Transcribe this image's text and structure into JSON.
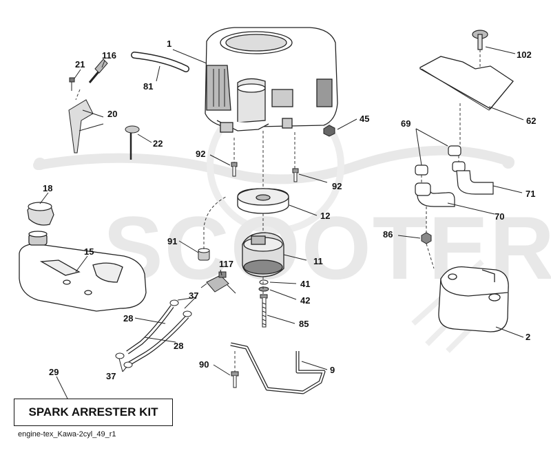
{
  "watermark": "SCOOTER",
  "kit_label": "SPARK ARRESTER KIT",
  "caption": "engine-tex_Kawa-2cyl_49_r1",
  "callouts": {
    "c1": "1",
    "c2": "2",
    "c9": "9",
    "c11": "11",
    "c12": "12",
    "c15": "15",
    "c18": "18",
    "c20": "20",
    "c21": "21",
    "c22": "22",
    "c28a": "28",
    "c28b": "28",
    "c29": "29",
    "c37a": "37",
    "c37b": "37",
    "c41": "41",
    "c42": "42",
    "c45": "45",
    "c62": "62",
    "c69": "69",
    "c70": "70",
    "c71": "71",
    "c81": "81",
    "c85": "85",
    "c86": "86",
    "c90": "90",
    "c91": "91",
    "c92a": "92",
    "c92b": "92",
    "c102": "102",
    "c116": "116",
    "c117": "117"
  }
}
